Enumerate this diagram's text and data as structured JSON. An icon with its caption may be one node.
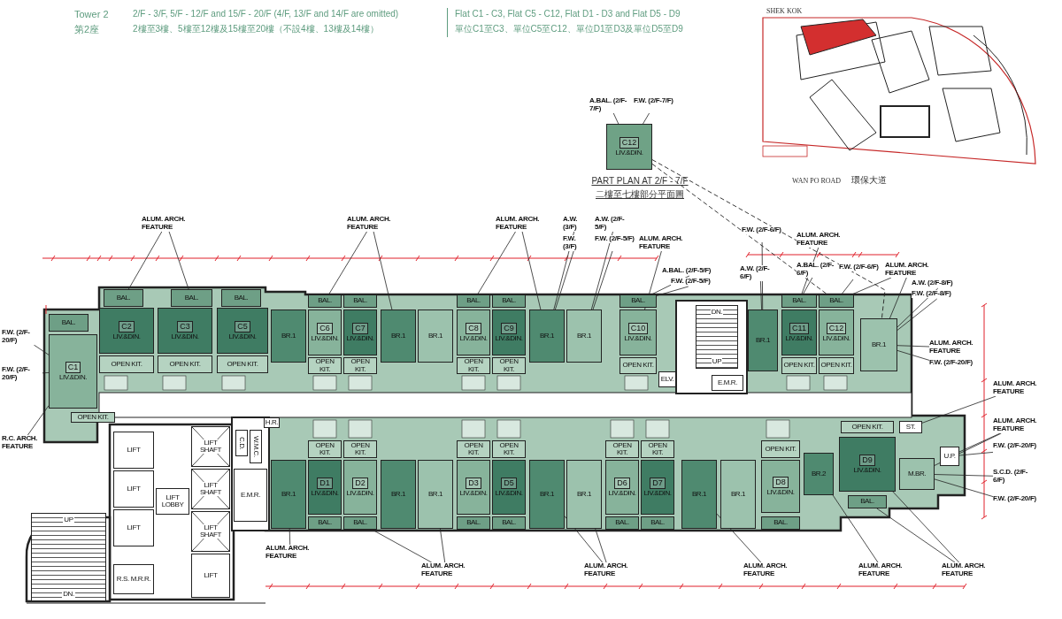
{
  "diagram": {
    "nodes": [
      {
        "text": [
          "C12",
          "LIV.&DIN."
        ],
        "beside": [
          "PART PLAN AT 2/F - 7/F",
          "二樓至七樓部分平面圖"
        ]
      },
      {
        "text": [
          "A.BAL. (2/F-7/F)"
        ]
      },
      {
        "text": [
          "F.W. (2/F-7/F)"
        ]
      },
      {
        "text": [
          "C1",
          "LIV.&DIN."
        ]
      },
      {
        "text": [
          "BAL."
        ]
      },
      {
        "text": [
          "OPEN KIT."
        ]
      },
      {
        "text": [
          "C2",
          "LIV.&DIN."
        ]
      },
      {
        "text": [
          "BAL."
        ]
      },
      {
        "text": [
          "OPEN KIT."
        ]
      },
      {
        "text": [
          "C3",
          "LIV.&DIN."
        ]
      },
      {
        "text": [
          "BAL."
        ]
      },
      {
        "text": [
          "OPEN KIT."
        ]
      },
      {
        "text": [
          "C5",
          "LIV.&DIN."
        ]
      },
      {
        "text": [
          "BAL."
        ]
      },
      {
        "text": [
          "OPEN KIT."
        ]
      },
      {
        "text": [
          "BR.1"
        ]
      },
      {
        "text": [
          "C6",
          "LIV.&DIN."
        ]
      },
      {
        "text": [
          "BAL."
        ]
      },
      {
        "text": [
          "C7",
          "LIV.&DIN."
        ]
      },
      {
        "text": [
          "BAL."
        ]
      },
      {
        "text": [
          "BR.1"
        ]
      },
      {
        "text": [
          "BR.1"
        ]
      },
      {
        "text": [
          "C8",
          "LIV.&DIN."
        ]
      },
      {
        "text": [
          "BAL."
        ]
      },
      {
        "text": [
          "C9",
          "LIV.&DIN."
        ]
      },
      {
        "text": [
          "BAL."
        ]
      },
      {
        "text": [
          "BR.1"
        ]
      },
      {
        "text": [
          "BR.1"
        ]
      },
      {
        "text": [
          "C10",
          "LIV.&DIN."
        ]
      },
      {
        "text": [
          "BAL."
        ]
      },
      {
        "text": [
          "ELV."
        ]
      },
      {
        "text": [
          "DN.",
          "UP"
        ]
      },
      {
        "text": [
          "E.M.R."
        ]
      },
      {
        "text": [
          "BR.1"
        ]
      },
      {
        "text": [
          "C11",
          "LIV.&DIN."
        ]
      },
      {
        "text": [
          "BAL."
        ]
      },
      {
        "text": [
          "C12",
          "LIV.&DIN."
        ]
      },
      {
        "text": [
          "BAL."
        ]
      },
      {
        "text": [
          "BR.1"
        ]
      },
      {
        "text": [
          "LIFT"
        ]
      },
      {
        "text": [
          "LIFT"
        ]
      },
      {
        "text": [
          "LIFT"
        ]
      },
      {
        "text": [
          "LIFT LOBBY"
        ]
      },
      {
        "text": [
          "LIFT SHAFT"
        ]
      },
      {
        "text": [
          "LIFT SHAFT"
        ]
      },
      {
        "text": [
          "LIFT SHAFT"
        ]
      },
      {
        "text": [
          "LIFT"
        ]
      },
      {
        "text": [
          "UP",
          "DN."
        ]
      },
      {
        "text": [
          "R.S. M.R.R."
        ]
      },
      {
        "text": [
          "E.M.R."
        ]
      },
      {
        "text": [
          "C.D."
        ]
      },
      {
        "text": [
          "W.M.C."
        ]
      },
      {
        "text": [
          "H.R."
        ]
      },
      {
        "text": [
          "BR.1"
        ]
      },
      {
        "text": [
          "D1",
          "LIV.&DIN."
        ]
      },
      {
        "text": [
          "BAL."
        ]
      },
      {
        "text": [
          "D2",
          "LIV.&DIN."
        ]
      },
      {
        "text": [
          "BAL."
        ]
      },
      {
        "text": [
          "BR.1"
        ]
      },
      {
        "text": [
          "BR.1"
        ]
      },
      {
        "text": [
          "D3",
          "LIV.&DIN."
        ]
      },
      {
        "text": [
          "BAL."
        ]
      },
      {
        "text": [
          "D5",
          "LIV.&DIN."
        ]
      },
      {
        "text": [
          "BAL."
        ]
      },
      {
        "text": [
          "BR.1"
        ]
      },
      {
        "text": [
          "BR.1"
        ]
      },
      {
        "text": [
          "D6",
          "LIV.&DIN."
        ]
      },
      {
        "text": [
          "BAL."
        ]
      },
      {
        "text": [
          "D7",
          "LIV.&DIN."
        ]
      },
      {
        "text": [
          "BAL."
        ]
      },
      {
        "text": [
          "BR.1"
        ]
      },
      {
        "text": [
          "BR.1"
        ]
      },
      {
        "text": [
          "D8",
          "LIV.&DIN."
        ]
      },
      {
        "text": [
          "BAL."
        ]
      },
      {
        "text": [
          "BR.2"
        ]
      },
      {
        "text": [
          "D9",
          "LIV.&DIN."
        ]
      },
      {
        "text": [
          "ST."
        ]
      },
      {
        "text": [
          "M.BR."
        ]
      },
      {
        "text": [
          "U.P."
        ]
      },
      {
        "text": [
          "BAL."
        ]
      },
      {
        "text": [
          "ALUM. ARCH. FEATURE"
        ]
      },
      {
        "text": [
          "ALUM. ARCH. FEATURE"
        ]
      },
      {
        "text": [
          "ALUM. ARCH. FEATURE"
        ]
      },
      {
        "text": [
          "A.W. (3/F)"
        ]
      },
      {
        "text": [
          "F.W. (3/F)"
        ]
      },
      {
        "text": [
          "A.W. (2/F-5/F)"
        ]
      },
      {
        "text": [
          "F.W. (2/F-5/F)"
        ]
      },
      {
        "text": [
          "ALUM. ARCH. FEATURE"
        ]
      },
      {
        "text": [
          "A.BAL. (2/F-5/F)"
        ]
      },
      {
        "text": [
          "F.W. (2/F-5/F)"
        ]
      },
      {
        "text": [
          "F.W. (2/F-6/F)"
        ]
      },
      {
        "text": [
          "ALUM. ARCH. FEATURE"
        ]
      },
      {
        "text": [
          "A.W. (2/F-6/F)"
        ]
      },
      {
        "text": [
          "A.BAL. (2/F-6/F)"
        ]
      },
      {
        "text": [
          "F.W. (2/F-6/F)"
        ]
      },
      {
        "text": [
          "ALUM. ARCH. FEATURE"
        ]
      },
      {
        "text": [
          "A.W. (2/F-8/F)"
        ]
      },
      {
        "text": [
          "F.W. (2/F-8/F)"
        ]
      },
      {
        "text": [
          "ALUM. ARCH. FEATURE"
        ]
      },
      {
        "text": [
          "F.W. (2/F-20/F)"
        ]
      },
      {
        "text": [
          "ALUM. ARCH. FEATURE"
        ]
      },
      {
        "text": [
          "ALUM. ARCH. FEATURE"
        ]
      },
      {
        "text": [
          "F.W. (2/F-20/F)"
        ]
      },
      {
        "text": [
          "S.C.D. (2/F-6/F)"
        ]
      },
      {
        "text": [
          "F.W. (2/F-20/F)"
        ]
      },
      {
        "text": [
          "F.W. (2/F-20/F)"
        ]
      },
      {
        "text": [
          "F.W. (2/F-20/F)"
        ]
      },
      {
        "text": [
          "R.C. ARCH. FEATURE"
        ]
      },
      {
        "text": [
          "ALUM. ARCH. FEATURE"
        ]
      },
      {
        "text": [
          "ALUM. ARCH. FEATURE"
        ]
      },
      {
        "text": [
          "ALUM. ARCH. FEATURE"
        ]
      },
      {
        "text": [
          "ALUM. ARCH. FEATURE"
        ]
      },
      {
        "text": [
          "ALUM. ARCH. FEATURE"
        ]
      },
      {
        "text": [
          "ALUM. ARCH. FEATURE"
        ]
      },
      {
        "text": [
          "OPEN KIT."
        ]
      },
      {
        "text": [
          "OPEN KIT."
        ]
      },
      {
        "text": [
          "OPEN KIT."
        ]
      },
      {
        "text": [
          "OPEN KIT."
        ]
      },
      {
        "text": [
          "OPEN KIT."
        ]
      },
      {
        "text": [
          "OPEN KIT."
        ]
      },
      {
        "text": [
          "OPEN KIT."
        ]
      },
      {
        "text": [
          "OPEN KIT."
        ]
      },
      {
        "text": [
          "OPEN KIT."
        ]
      },
      {
        "text": [
          "OPEN KIT."
        ]
      },
      {
        "text": [
          "OPEN KIT."
        ]
      },
      {
        "text": [
          "OPEN KIT."
        ]
      },
      {
        "text": [
          "OPEN KIT."
        ]
      },
      {
        "text": [
          "OPEN KIT."
        ]
      },
      {
        "text": [
          "OPEN KIT."
        ]
      }
    ],
    "edges": [
      {
        "from": 1,
        "to": 0,
        "arrow": "none"
      },
      {
        "from": 2,
        "to": 0,
        "arrow": "none"
      },
      {
        "from": 0,
        "to": 37,
        "arrow": "none",
        "style": "dashed"
      },
      {
        "from": 0,
        "to": 38,
        "arrow": "none",
        "style": "dashed"
      },
      {
        "from": 80,
        "to": 7,
        "arrow": "none"
      },
      {
        "from": 80,
        "to": 10,
        "arrow": "none"
      },
      {
        "from": 81,
        "to": 17,
        "arrow": "none"
      },
      {
        "from": 81,
        "to": 20,
        "arrow": "none"
      },
      {
        "from": 82,
        "to": 23,
        "arrow": "none"
      },
      {
        "from": 82,
        "to": 26,
        "arrow": "none"
      },
      {
        "from": 83,
        "to": 26,
        "arrow": "none"
      },
      {
        "from": 84,
        "to": 26,
        "arrow": "none"
      },
      {
        "from": 85,
        "to": 27,
        "arrow": "none"
      },
      {
        "from": 86,
        "to": 27,
        "arrow": "none"
      },
      {
        "from": 87,
        "to": 28,
        "arrow": "none"
      },
      {
        "from": 88,
        "to": 29,
        "arrow": "none"
      },
      {
        "from": 89,
        "to": 29,
        "arrow": "none"
      },
      {
        "from": 90,
        "to": 33,
        "arrow": "none"
      },
      {
        "from": 91,
        "to": 35,
        "arrow": "none"
      },
      {
        "from": 92,
        "to": 33,
        "arrow": "none"
      },
      {
        "from": 93,
        "to": 35,
        "arrow": "none"
      },
      {
        "from": 94,
        "to": 37,
        "arrow": "none"
      },
      {
        "from": 95,
        "to": 38,
        "arrow": "none"
      },
      {
        "from": 95,
        "to": 37,
        "arrow": "none"
      },
      {
        "from": 96,
        "to": 38,
        "arrow": "none"
      },
      {
        "from": 97,
        "to": 38,
        "arrow": "none"
      },
      {
        "from": 98,
        "to": 38,
        "arrow": "none"
      },
      {
        "from": 99,
        "to": 38,
        "arrow": "none"
      },
      {
        "from": 100,
        "to": 76,
        "arrow": "none"
      },
      {
        "from": 101,
        "to": 78,
        "arrow": "none"
      },
      {
        "from": 101,
        "to": 77,
        "arrow": "none"
      },
      {
        "from": 102,
        "to": 78,
        "arrow": "none"
      },
      {
        "from": 103,
        "to": 77,
        "arrow": "none"
      },
      {
        "from": 104,
        "to": 77,
        "arrow": "none"
      },
      {
        "from": 105,
        "to": 3,
        "arrow": "none"
      },
      {
        "from": 106,
        "to": 3,
        "arrow": "none"
      },
      {
        "from": 107,
        "to": 3,
        "arrow": "none"
      },
      {
        "from": 108,
        "to": 53,
        "arrow": "none"
      },
      {
        "from": 109,
        "to": 57,
        "arrow": "none"
      },
      {
        "from": 109,
        "to": 59,
        "arrow": "none"
      },
      {
        "from": 110,
        "to": 64,
        "arrow": "none"
      },
      {
        "from": 110,
        "to": 65,
        "arrow": "none"
      },
      {
        "from": 111,
        "to": 70,
        "arrow": "none"
      },
      {
        "from": 112,
        "to": 74,
        "arrow": "none"
      },
      {
        "from": 113,
        "to": 79,
        "arrow": "none"
      },
      {
        "from": 113,
        "to": 75,
        "arrow": "none"
      }
    ],
    "labels": [
      "Tower 2",
      "第2座",
      "2/F - 3/F, 5/F - 12/F and 15/F - 20/F (4/F, 13/F and 14/F are omitted)",
      "2樓至3樓、5樓至12樓及15樓至20樓（不設4樓、13樓及14樓）",
      "Flat C1 - C3, Flat C5 - C12, Flat D1 - D3 and Flat D5 - D9",
      "單位C1至C3、單位C5至C12、單位D1至D3及單位D5至D9",
      "SHEK KOK",
      "WAN PO ROAD",
      "環保大道"
    ]
  }
}
